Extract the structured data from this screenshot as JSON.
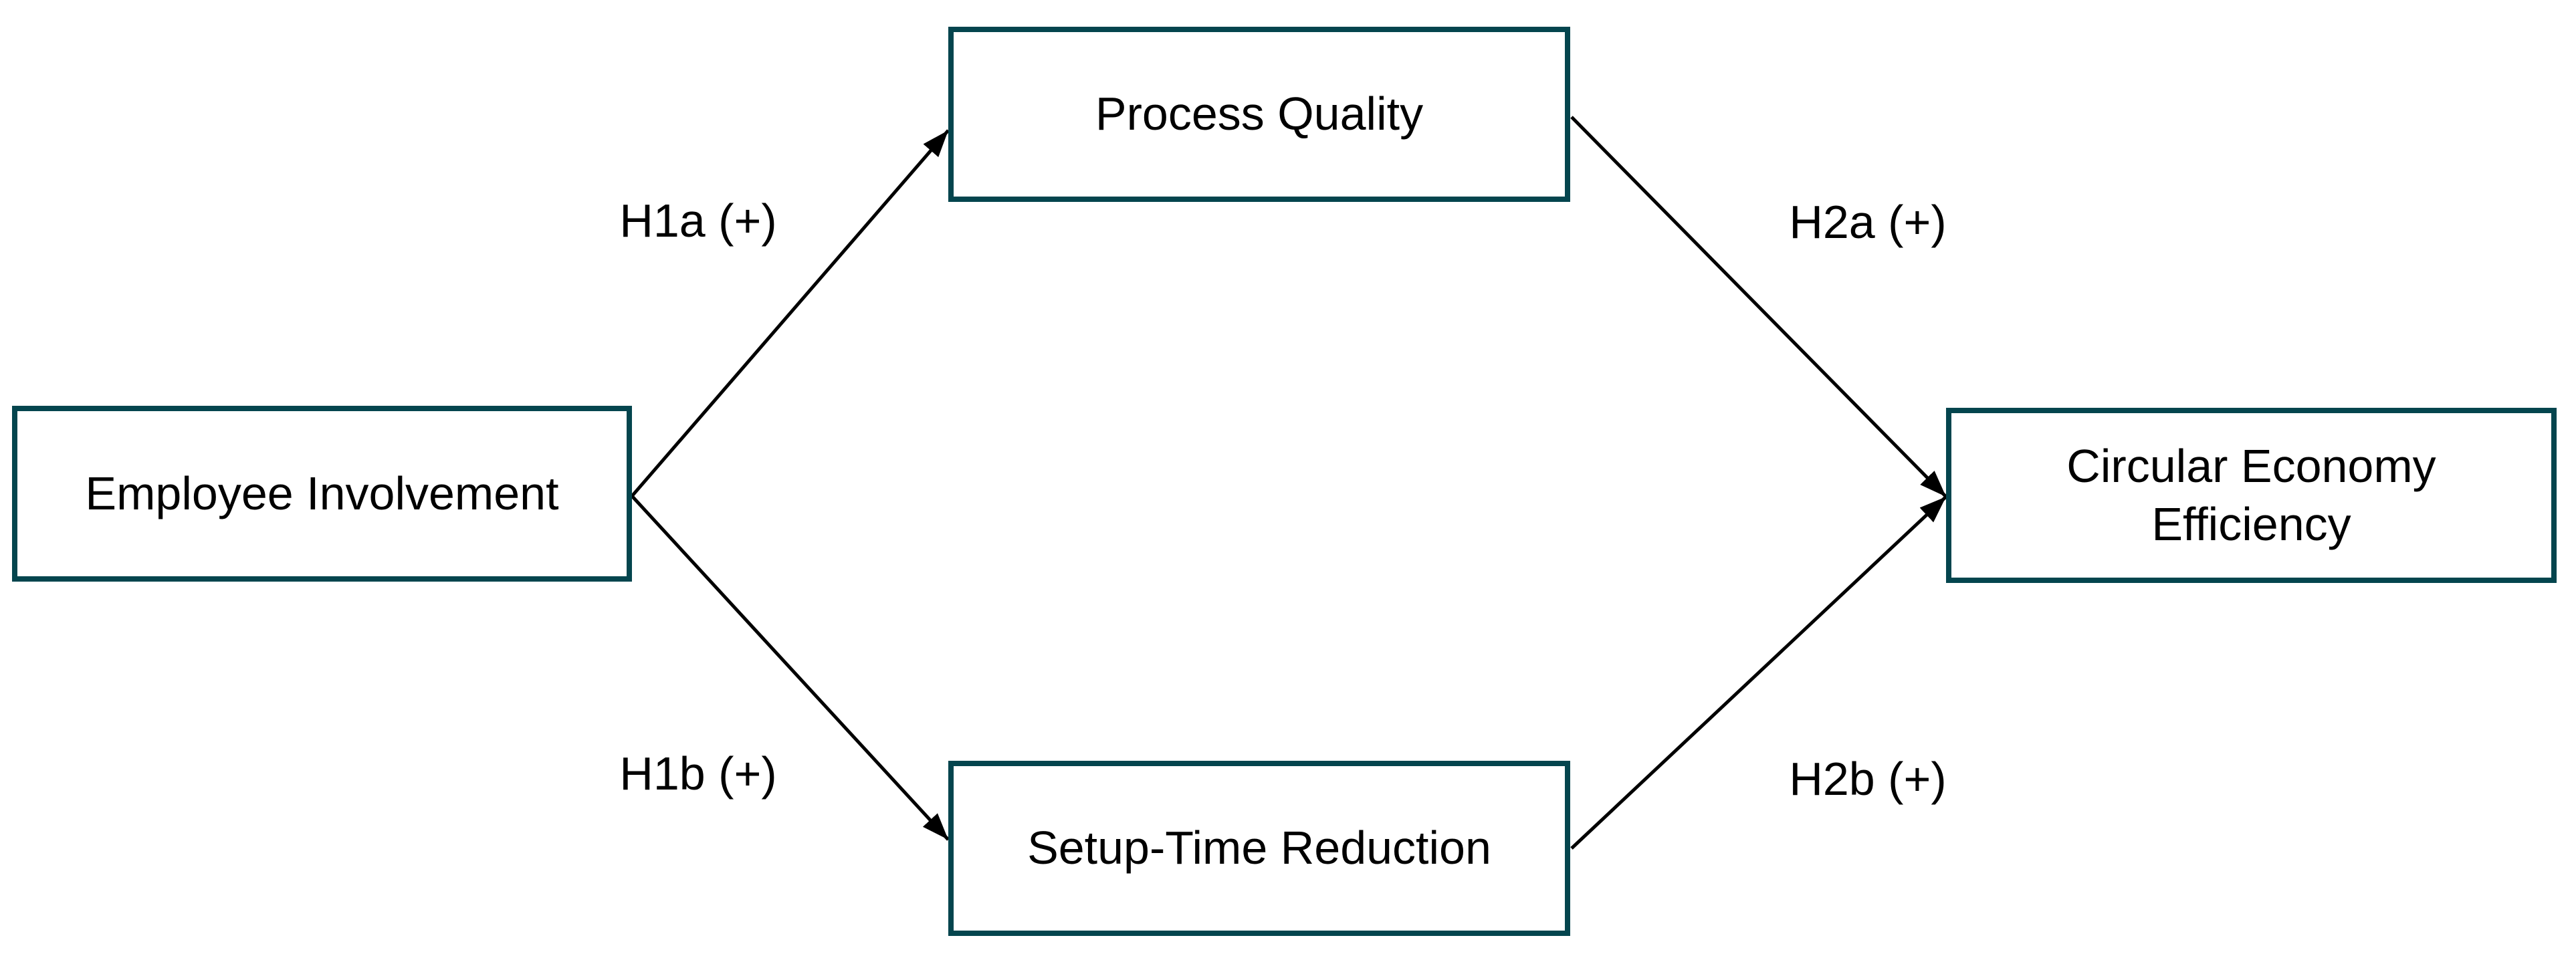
{
  "diagram": {
    "nodes": [
      {
        "id": "employee-involvement",
        "label": "Employee Involvement"
      },
      {
        "id": "process-quality",
        "label": "Process Quality"
      },
      {
        "id": "setup-time-reduction",
        "label": "Setup-Time Reduction"
      },
      {
        "id": "circular-economy-efficiency",
        "label": "Circular Economy Efficiency"
      }
    ],
    "edges": [
      {
        "id": "h1a",
        "label": "H1a (+)",
        "from": "employee-involvement",
        "to": "process-quality"
      },
      {
        "id": "h1b",
        "label": "H1b (+)",
        "from": "employee-involvement",
        "to": "setup-time-reduction"
      },
      {
        "id": "h2a",
        "label": "H2a (+)",
        "from": "process-quality",
        "to": "circular-economy-efficiency"
      },
      {
        "id": "h2b",
        "label": "H2b (+)",
        "from": "setup-time-reduction",
        "to": "circular-economy-efficiency"
      }
    ],
    "colors": {
      "box_border": "#04454e",
      "arrow": "#000000",
      "text": "#000000",
      "background": "#ffffff"
    }
  }
}
